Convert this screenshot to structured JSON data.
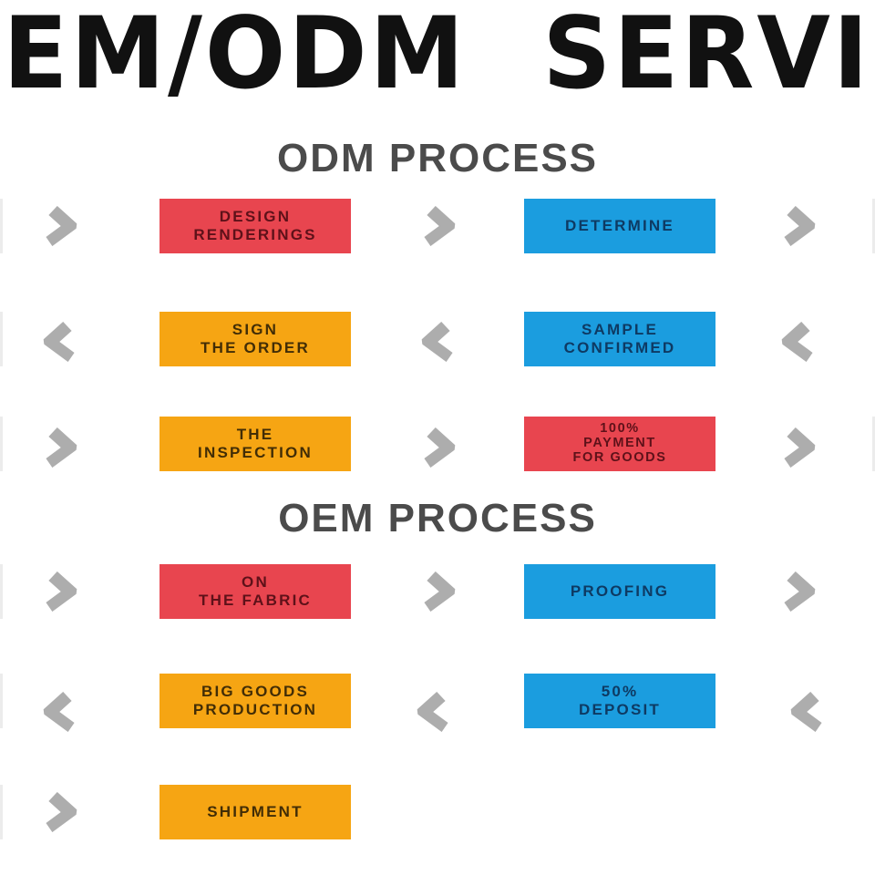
{
  "title": "OEM/ODM SERVICE",
  "colors": {
    "red": "#e8454f",
    "blue": "#1b9ddf",
    "orange": "#f6a513",
    "arrow": "#adadad",
    "heading": "#4b4b4b",
    "title": "#111111",
    "text_on_red": "#5e1119",
    "text_on_orange": "#422d06",
    "text_on_blue": "#0e3a63"
  },
  "sections": [
    {
      "heading": "ODM PROCESS",
      "rows": [
        {
          "arrows": {
            "left": "right",
            "mid": "right",
            "right": "right"
          },
          "boxes": [
            {
              "text": "DESIGN\nRENDERINGS",
              "color": "red"
            },
            {
              "text": "DETERMINE",
              "color": "blue"
            }
          ]
        },
        {
          "arrows": {
            "left": "left",
            "mid": "left",
            "right": "left"
          },
          "boxes": [
            {
              "text": "SIGN\nTHE ORDER",
              "color": "orange"
            },
            {
              "text": "SAMPLE\nCONFIRMED",
              "color": "blue"
            }
          ]
        },
        {
          "arrows": {
            "left": "right",
            "mid": "right",
            "right": "right"
          },
          "boxes": [
            {
              "text": "THE\nINSPECTION",
              "color": "orange"
            },
            {
              "text": "100%\nPAYMENT\nFOR GOODS",
              "color": "red"
            }
          ]
        }
      ]
    },
    {
      "heading": "OEM PROCESS",
      "rows": [
        {
          "arrows": {
            "left": "right",
            "mid": "right",
            "right": "right"
          },
          "boxes": [
            {
              "text": "ON\nTHE FABRIC",
              "color": "red"
            },
            {
              "text": "PROOFING",
              "color": "blue"
            }
          ]
        },
        {
          "arrows": {
            "left": "left",
            "mid": "left",
            "right": "left"
          },
          "boxes": [
            {
              "text": "BIG GOODS\nPRODUCTION",
              "color": "orange"
            },
            {
              "text": "50%\nDEPOSIT",
              "color": "blue"
            }
          ]
        },
        {
          "arrows": {
            "left": "right",
            "mid": null,
            "right": null
          },
          "boxes": [
            {
              "text": "SHIPMENT",
              "color": "orange"
            }
          ]
        }
      ]
    }
  ]
}
